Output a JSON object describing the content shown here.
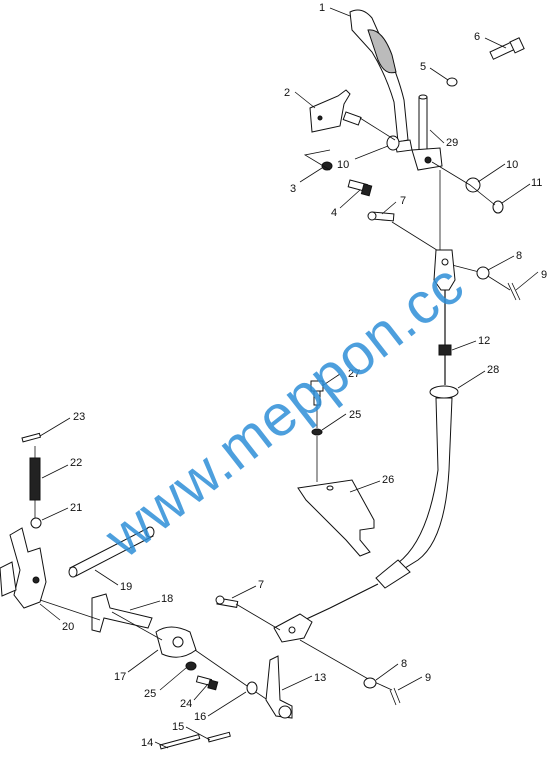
{
  "callouts": [
    {
      "id": "c1",
      "text": "1"
    },
    {
      "id": "c2",
      "text": "2"
    },
    {
      "id": "c3",
      "text": "3"
    },
    {
      "id": "c4",
      "text": "4"
    },
    {
      "id": "c5",
      "text": "5"
    },
    {
      "id": "c6",
      "text": "6"
    },
    {
      "id": "c7a",
      "text": "7"
    },
    {
      "id": "c8a",
      "text": "8"
    },
    {
      "id": "c9a",
      "text": "9"
    },
    {
      "id": "c10a",
      "text": "10"
    },
    {
      "id": "c10b",
      "text": "10"
    },
    {
      "id": "c11",
      "text": "11"
    },
    {
      "id": "c12",
      "text": "12"
    },
    {
      "id": "c13",
      "text": "13"
    },
    {
      "id": "c14",
      "text": "14"
    },
    {
      "id": "c15",
      "text": "15"
    },
    {
      "id": "c16",
      "text": "16"
    },
    {
      "id": "c17",
      "text": "17"
    },
    {
      "id": "c18",
      "text": "18"
    },
    {
      "id": "c19",
      "text": "19"
    },
    {
      "id": "c20",
      "text": "20"
    },
    {
      "id": "c21",
      "text": "21"
    },
    {
      "id": "c22",
      "text": "22"
    },
    {
      "id": "c23",
      "text": "23"
    },
    {
      "id": "c24",
      "text": "24"
    },
    {
      "id": "c25a",
      "text": "25"
    },
    {
      "id": "c25b",
      "text": "25"
    },
    {
      "id": "c26",
      "text": "26"
    },
    {
      "id": "c27",
      "text": "27"
    },
    {
      "id": "c28",
      "text": "28"
    },
    {
      "id": "c29",
      "text": "29"
    },
    {
      "id": "c7b",
      "text": "7"
    },
    {
      "id": "c8b",
      "text": "8"
    },
    {
      "id": "c9b",
      "text": "9"
    }
  ],
  "watermark": "www.meppon.cc",
  "colors": {
    "watermark": "#2f8fd8",
    "line": "#111111"
  }
}
